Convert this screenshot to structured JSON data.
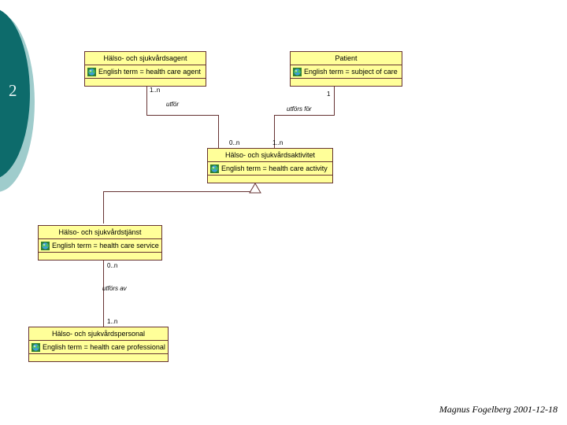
{
  "slide": {
    "page_number": "2",
    "footer": "Magnus Fogelberg 2001-12-18",
    "accent_dark": "#0d6b6b",
    "accent_light": "#9fcccc",
    "box_fill": "#ffff99",
    "box_border": "#663333"
  },
  "classes": {
    "agent": {
      "name": "Hälso- och sjukvårdsagent",
      "attribute": "English term = health care agent",
      "icon": "globe-icon"
    },
    "patient": {
      "name": "Patient",
      "attribute": "English term = subject of care",
      "icon": "globe-icon"
    },
    "activity": {
      "name": "Hälso- och sjukvårdsaktivitet",
      "attribute": "English term = health care activity",
      "icon": "globe-icon"
    },
    "service": {
      "name": "Hälso- och sjukvårdstjänst",
      "attribute": "English term = health care service",
      "icon": "globe-icon"
    },
    "professional": {
      "name": "Hälso- och sjukvårdspersonal",
      "attribute": "English term = health care professional",
      "icon": "globe-icon"
    }
  },
  "associations": {
    "agent_performs": {
      "label": "utför",
      "source_multiplicity": "1..n",
      "target_multiplicity": "0..n"
    },
    "patient_performed_for": {
      "label": "utförs för",
      "source_multiplicity": "1",
      "target_multiplicity": "1..n"
    },
    "service_performed_by": {
      "label": "utförs av",
      "source_multiplicity": "0..n",
      "target_multiplicity": "1..n"
    },
    "generalization": {
      "label": ""
    }
  }
}
